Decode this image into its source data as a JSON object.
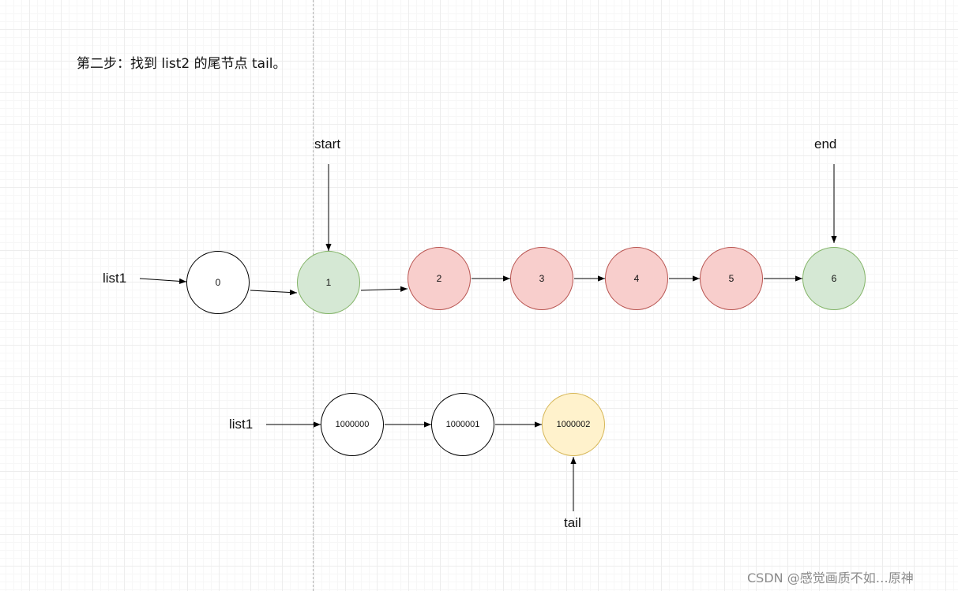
{
  "caption": "第二步：找到 list2 的尾节点 tail。",
  "labels": {
    "list1_top": "list1",
    "list1_bottom": "list1",
    "start": "start",
    "end": "end",
    "tail": "tail"
  },
  "top_list": [
    {
      "value": "0",
      "color": "white"
    },
    {
      "value": "1",
      "color": "green"
    },
    {
      "value": "2",
      "color": "red"
    },
    {
      "value": "3",
      "color": "red"
    },
    {
      "value": "4",
      "color": "red"
    },
    {
      "value": "5",
      "color": "red"
    },
    {
      "value": "6",
      "color": "green"
    }
  ],
  "bottom_list": [
    {
      "value": "1000000",
      "color": "white"
    },
    {
      "value": "1000001",
      "color": "white"
    },
    {
      "value": "1000002",
      "color": "yellow"
    }
  ],
  "colors": {
    "white_fill": "#ffffff",
    "green_fill": "#d5e8d4",
    "green_stroke": "#82b366",
    "red_fill": "#f8cecc",
    "red_stroke": "#b85450",
    "yellow_fill": "#fff2cc",
    "yellow_stroke": "#d6b656"
  },
  "watermark": "CSDN @感觉画质不如…原神"
}
